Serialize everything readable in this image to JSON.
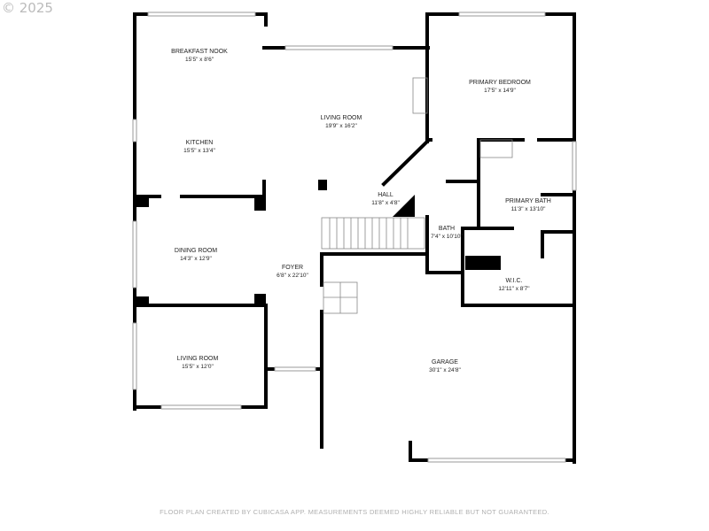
{
  "watermark": "© 2025",
  "footer": "FLOOR PLAN CREATED BY CUBICASA APP. MEASUREMENTS DEEMED HIGHLY RELIABLE BUT NOT GUARANTEED.",
  "rooms": {
    "breakfast_nook": {
      "name": "BREAKFAST NOOK",
      "dim": "15'5\" x 8'6\""
    },
    "kitchen": {
      "name": "KITCHEN",
      "dim": "15'5\" x 13'4\""
    },
    "living_room_main": {
      "name": "LIVING ROOM",
      "dim": "19'9\" x 16'2\""
    },
    "primary_bedroom": {
      "name": "PRIMARY BEDROOM",
      "dim": "17'5\" x 14'9\""
    },
    "hall": {
      "name": "HALL",
      "dim": "11'8\" x 4'8\""
    },
    "primary_bath": {
      "name": "PRIMARY BATH",
      "dim": "11'3\" x 13'10\""
    },
    "bath": {
      "name": "BATH",
      "dim": "7'4\" x 10'10\""
    },
    "dining_room": {
      "name": "DINING ROOM",
      "dim": "14'3\" x 12'9\""
    },
    "foyer": {
      "name": "FOYER",
      "dim": "6'8\" x 22'10\""
    },
    "wic": {
      "name": "W.I.C.",
      "dim": "12'11\" x 8'7\""
    },
    "living_room_front": {
      "name": "LIVING ROOM",
      "dim": "15'5\" x 12'0\""
    },
    "garage": {
      "name": "GARAGE",
      "dim": "30'1\" x 24'8\""
    }
  }
}
